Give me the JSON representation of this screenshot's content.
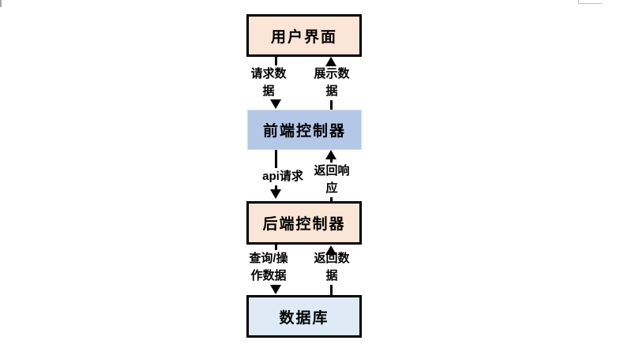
{
  "flowchart": {
    "description": "Vertical request/response flow diagram between UI, frontend controller, backend controller and database",
    "nodes": [
      {
        "id": "user-interface",
        "label": "用户界面",
        "fill": "#FBE5D6"
      },
      {
        "id": "frontend-controller",
        "label": "前端控制器",
        "fill": "#B4C7E7"
      },
      {
        "id": "backend-controller",
        "label": "后端控制器",
        "fill": "#FBE5D6"
      },
      {
        "id": "database",
        "label": "数据库",
        "fill": "#DEEBF7"
      }
    ],
    "edges": [
      {
        "from": "user-interface",
        "to": "frontend-controller",
        "direction": "down",
        "label": "请求数\n据"
      },
      {
        "from": "frontend-controller",
        "to": "user-interface",
        "direction": "up",
        "label": "展示数\n据"
      },
      {
        "from": "frontend-controller",
        "to": "backend-controller",
        "direction": "down",
        "label": "api请求"
      },
      {
        "from": "backend-controller",
        "to": "frontend-controller",
        "direction": "up",
        "label": "返回响\n应"
      },
      {
        "from": "backend-controller",
        "to": "database",
        "direction": "down",
        "label": "查询/操\n作数据"
      },
      {
        "from": "database",
        "to": "backend-controller",
        "direction": "up",
        "label": "返回数\n据"
      }
    ],
    "colors": {
      "background": "#FFFFFF",
      "node_peach": "#FBE5D6",
      "node_blue": "#B4C7E7",
      "node_lightblue": "#DEEBF7",
      "border": "#000000",
      "arrow": "#000000",
      "text": "#000000"
    }
  }
}
